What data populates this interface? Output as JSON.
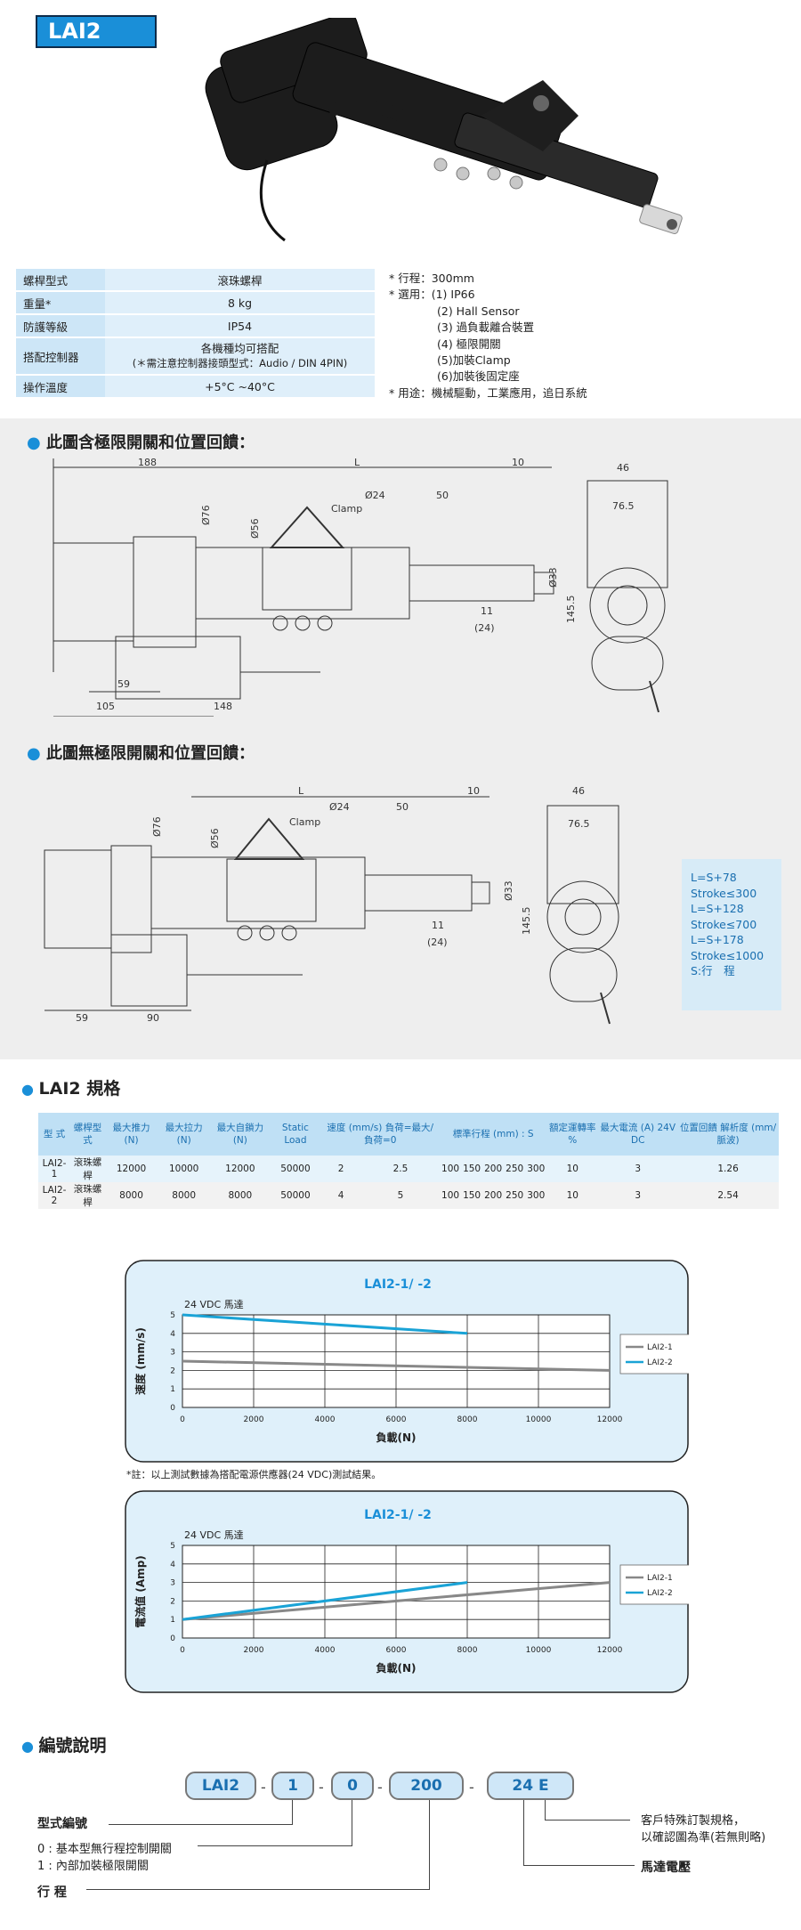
{
  "product": {
    "model": "LAI2"
  },
  "spec_table": [
    {
      "key": "螺桿型式",
      "value": "滾珠螺桿"
    },
    {
      "key": "重量*",
      "value": "8 kg"
    },
    {
      "key": "防護等級",
      "value": "IP54"
    },
    {
      "key": "搭配控制器",
      "value_line1": "各機種均可搭配",
      "value_line2": "(＊需注意控制器接頭型式：Audio / DIN 4PIN)"
    },
    {
      "key": "操作溫度",
      "value": "+5°C ~40°C"
    }
  ],
  "spec_notes": {
    "stroke": "* 行程：300mm",
    "options_label": "* 選用：(1) IP66",
    "options": [
      "(2) Hall Sensor",
      "(3) 過負載離合裝置",
      "(4) 極限開關",
      "(5)加裝Clamp",
      "(6)加裝後固定座"
    ],
    "usage": "* 用途：機械驅動，工業應用，追日系統"
  },
  "drawing1": {
    "title": "此圖含極限開關和位置回饋：",
    "dims": [
      "188",
      "L",
      "10",
      "46",
      "Ø24",
      "50",
      "Clamp",
      "Ø76",
      "Ø56",
      "76.5",
      "Ø33",
      "145.5",
      "11",
      "(24)",
      "59",
      "105",
      "148"
    ]
  },
  "drawing2": {
    "title": "此圖無極限開關和位置回饋：",
    "dims": [
      "L",
      "10",
      "46",
      "Ø24",
      "50",
      "Clamp",
      "Ø76",
      "Ø56",
      "76.5",
      "Ø33",
      "145.5",
      "11",
      "(24)",
      "59",
      "90"
    ],
    "length_box": [
      "L=S+78",
      "Stroke≤300",
      "L=S+128",
      "Stroke≤700",
      "L=S+178",
      "Stroke≤1000",
      "S:行　程"
    ]
  },
  "model_spec": {
    "title": "LAI2 規格",
    "headers": [
      "型 式",
      "螺桿型式",
      "最大推力 (N)",
      "最大拉力 (N)",
      "最大自鎖力 (N)",
      "Static Load",
      "速度 (mm/s) 負荷=最大/負荷=0",
      "標準行程 (mm) : S",
      "額定運轉率 %",
      "最大電流 (A) 24V DC",
      "位置回饋 解析度 (mm/脈波)"
    ],
    "rows": [
      {
        "model": "LAI2-1",
        "screw": "滾珠螺桿",
        "push": "12000",
        "pull": "10000",
        "selflock": "12000",
        "static": "50000",
        "speed_max": "2",
        "speed_zero": "2.5",
        "strokes": [
          "100",
          "150",
          "200",
          "250",
          "300"
        ],
        "duty": "10",
        "current": "3",
        "resolution": "1.26"
      },
      {
        "model": "LAI2-2",
        "screw": "滾珠螺桿",
        "push": "8000",
        "pull": "8000",
        "selflock": "8000",
        "static": "50000",
        "speed_max": "4",
        "speed_zero": "5",
        "strokes": [
          "100",
          "150",
          "200",
          "250",
          "300"
        ],
        "duty": "10",
        "current": "3",
        "resolution": "2.54"
      }
    ]
  },
  "chart_note": "*註：以上測試數據為搭配電源供應器(24 VDC)測試結果。",
  "chart_data": [
    {
      "type": "line",
      "title": "LAI2-1/ -2",
      "subtitle": "24 VDC 馬達",
      "xlabel": "負載(N)",
      "ylabel": "速度 (mm/s)",
      "xlim": [
        0,
        12000
      ],
      "ylim": [
        0,
        5
      ],
      "xticks": [
        0,
        2000,
        4000,
        6000,
        8000,
        10000,
        12000
      ],
      "yticks": [
        0,
        1,
        2,
        3,
        4,
        5
      ],
      "grid": true,
      "legend": "right",
      "series": [
        {
          "name": "LAI2-1",
          "color": "#888888",
          "x": [
            0,
            12000
          ],
          "y": [
            2.5,
            2.0
          ]
        },
        {
          "name": "LAI2-2",
          "color": "#1aa3d6",
          "x": [
            0,
            8000
          ],
          "y": [
            5.0,
            4.0
          ]
        }
      ]
    },
    {
      "type": "line",
      "title": "LAI2-1/ -2",
      "subtitle": "24 VDC 馬達",
      "xlabel": "負載(N)",
      "ylabel": "電流值 (Amp)",
      "xlim": [
        0,
        12000
      ],
      "ylim": [
        0,
        5
      ],
      "xticks": [
        0,
        2000,
        4000,
        6000,
        8000,
        10000,
        12000
      ],
      "yticks": [
        0,
        1,
        2,
        3,
        4,
        5
      ],
      "grid": true,
      "legend": "right",
      "series": [
        {
          "name": "LAI2-1",
          "color": "#888888",
          "x": [
            0,
            12000
          ],
          "y": [
            1.0,
            3.0
          ]
        },
        {
          "name": "LAI2-2",
          "color": "#1aa3d6",
          "x": [
            0,
            8000
          ],
          "y": [
            1.0,
            3.0
          ]
        }
      ]
    }
  ],
  "coding": {
    "title": "編號說明",
    "parts": [
      "LAI2",
      "1",
      "0",
      "200",
      "24 E"
    ],
    "label_model": "型式編號",
    "label_switch_0": "0 : 基本型無行程控制開關",
    "label_switch_1": "1 : 內部加裝極限開關",
    "label_stroke": "行 程",
    "label_custom_1": "客戶特殊訂製規格，",
    "label_custom_2": "以確認圖為準(若無則略)",
    "label_voltage": "馬達電壓"
  }
}
